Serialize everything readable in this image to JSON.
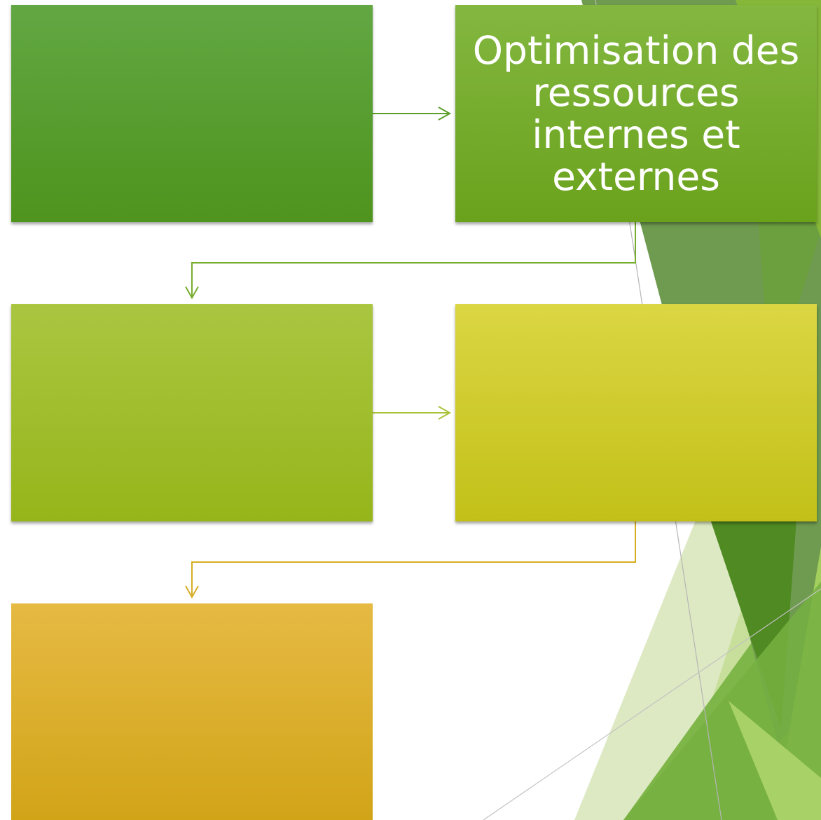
{
  "diagram": {
    "nodes": [
      {
        "id": "box-1",
        "label": "",
        "color": "#5a9e30"
      },
      {
        "id": "box-2",
        "label": "Optimisation des ressources internes et externes",
        "color": "#77ad2e"
      },
      {
        "id": "box-3",
        "label": "",
        "color": "#a0be2d"
      },
      {
        "id": "box-4",
        "label": "",
        "color": "#cfcb2c"
      },
      {
        "id": "box-5",
        "label": "",
        "color": "#dcae2c"
      }
    ],
    "edges": [
      {
        "from": "box-1",
        "to": "box-2"
      },
      {
        "from": "box-2",
        "to": "box-3"
      },
      {
        "from": "box-3",
        "to": "box-4"
      },
      {
        "from": "box-4",
        "to": "box-5"
      }
    ]
  },
  "colors": {
    "connector_green": "#5d9d2a",
    "connector_lime": "#a9c33a",
    "connector_gold": "#d6ae23"
  }
}
